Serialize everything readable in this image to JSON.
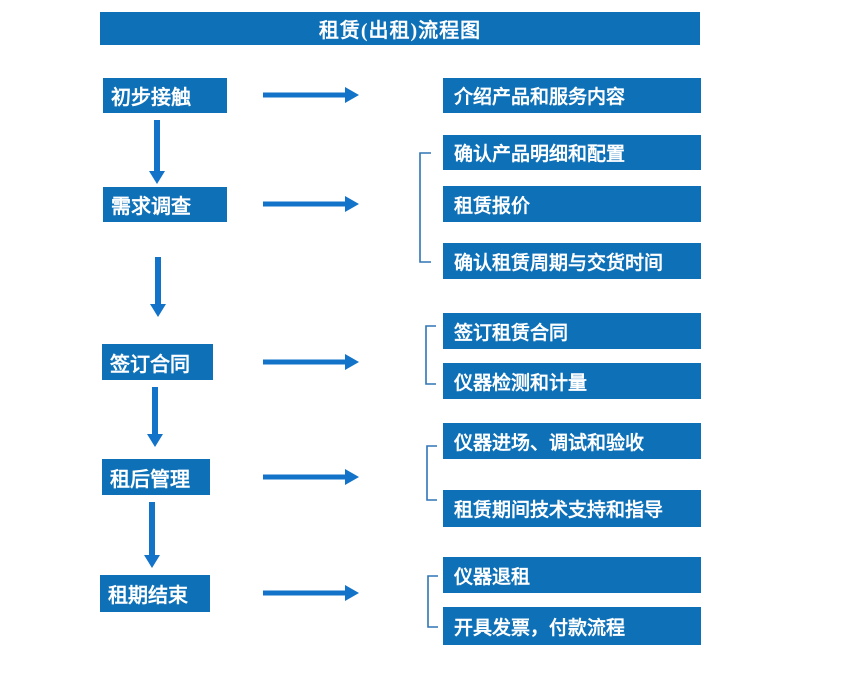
{
  "title": "租赁(出租)流程图",
  "colors": {
    "box_fill": "#0e71b8",
    "arrow": "#1273c8",
    "bracket": "#2e75b6",
    "text": "#ffffff",
    "background": "#ffffff"
  },
  "stages": [
    {
      "label": "初步接触",
      "details": [
        "介绍产品和服务内容"
      ]
    },
    {
      "label": "需求调查",
      "details": [
        "确认产品明细和配置",
        "租赁报价",
        "确认租赁周期与交货时间"
      ]
    },
    {
      "label": "签订合同",
      "details": [
        "签订租赁合同",
        "仪器检测和计量"
      ]
    },
    {
      "label": "租后管理",
      "details": [
        "仪器进场、调试和验收",
        "租赁期间技术支持和指导"
      ]
    },
    {
      "label": "租期结束",
      "details": [
        "仪器退租",
        "开具发票，付款流程"
      ]
    }
  ]
}
